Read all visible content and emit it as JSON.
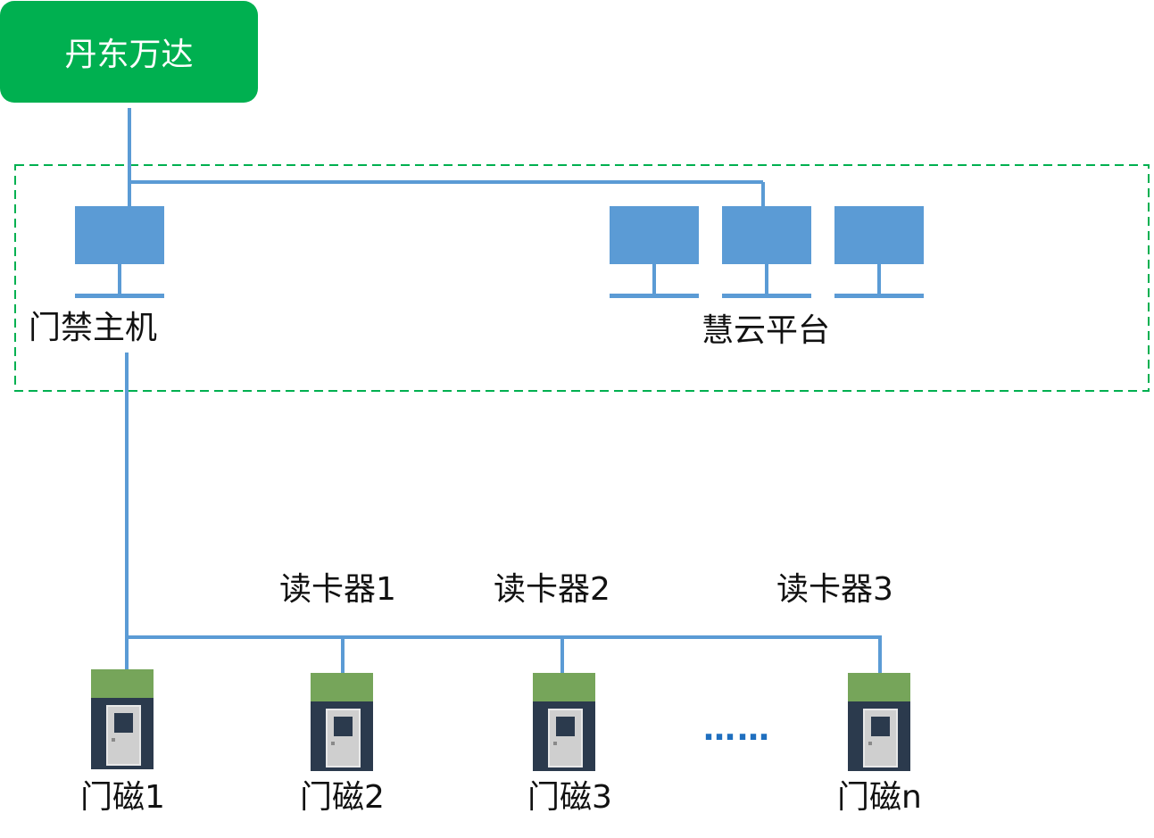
{
  "root": {
    "label": "丹东万达"
  },
  "hosts": {
    "access_host": "门禁主机",
    "platform": "慧云平台"
  },
  "readers": [
    "读卡器1",
    "读卡器2",
    "读卡器3"
  ],
  "doors": [
    "门磁1",
    "门磁2",
    "门磁3",
    "门磁n"
  ],
  "ellipsis": "……",
  "colors": {
    "root_fill": "#00b050",
    "wire": "#5b9bd5",
    "monitor": "#5b9bd5",
    "dashed_border": "#00b050",
    "door_cap": "#76a55a",
    "door_body": "#2b3a4d",
    "ellipsis": "#1f6fbf"
  }
}
